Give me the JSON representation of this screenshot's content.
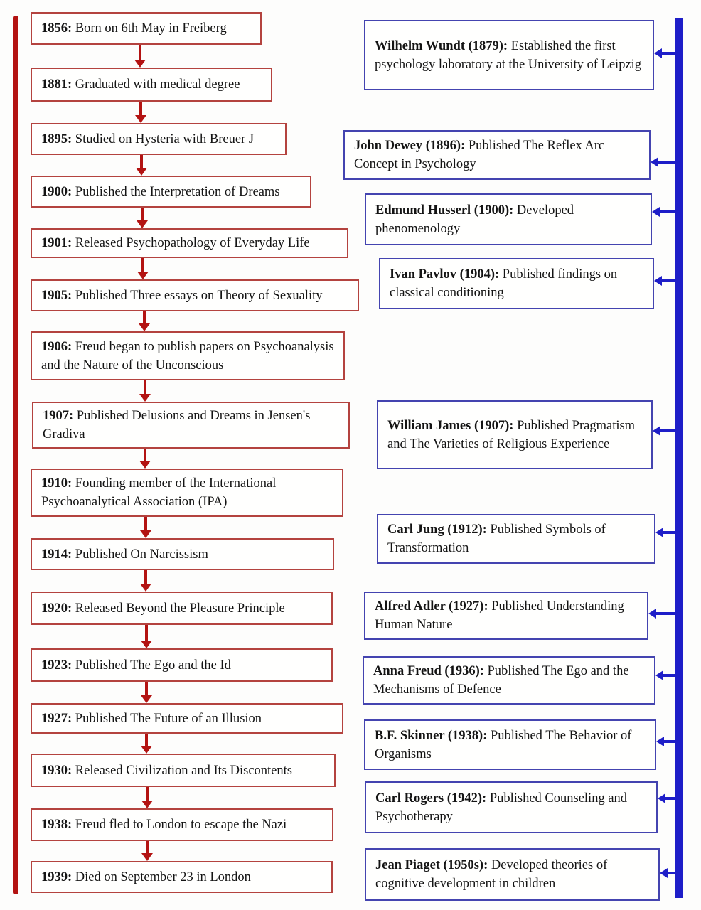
{
  "palette": {
    "freud_line": "#b31312",
    "freud_box_border": "#b4433f",
    "others_line": "#1e1ec8",
    "others_box_border": "#4444b0",
    "text": "#141414",
    "background": "#fdfdfc"
  },
  "freud": {
    "events": [
      {
        "year": "1856:",
        "text": "Born on 6th May in Freiberg"
      },
      {
        "year": "1881:",
        "text": "Graduated with medical degree"
      },
      {
        "year": "1895:",
        "text": "Studied on Hysteria with Breuer J"
      },
      {
        "year": "1900:",
        "text": "Published the Interpretation of Dreams"
      },
      {
        "year": "1901:",
        "text": "Released Psychopathology of Everyday Life"
      },
      {
        "year": "1905:",
        "text": "Published Three essays on Theory of Sexuality"
      },
      {
        "year": "1906:",
        "text": "Freud began to publish papers on Psychoanalysis and the Nature of the Unconscious"
      },
      {
        "year": "1907:",
        "text": "Published Delusions and Dreams in Jensen's Gradiva"
      },
      {
        "year": "1910:",
        "text": "Founding member of the International Psychoanalytical Association (IPA)"
      },
      {
        "year": "1914:",
        "text": "Published On Narcissism"
      },
      {
        "year": "1920:",
        "text": "Released Beyond the Pleasure Principle"
      },
      {
        "year": "1923:",
        "text": "Published The Ego and the Id"
      },
      {
        "year": "1927:",
        "text": "Published The Future of an Illusion"
      },
      {
        "year": "1930:",
        "text": "Released Civilization and Its Discontents"
      },
      {
        "year": "1938:",
        "text": "Freud fled to London to escape the Nazi"
      },
      {
        "year": "1939:",
        "text": "Died on September 23 in London"
      }
    ]
  },
  "others": {
    "events": [
      {
        "name": "Wilhelm Wundt (1879):",
        "text": "Established the first psychology laboratory at the University of Leipzig"
      },
      {
        "name": "John Dewey (1896):",
        "text": "Published The Reflex Arc Concept in Psychology"
      },
      {
        "name": "Edmund Husserl (1900):",
        "text": "Developed phenomenology"
      },
      {
        "name": "Ivan Pavlov (1904):",
        "text": "Published findings on classical conditioning"
      },
      {
        "name": "William James (1907):",
        "text": "Published Pragmatism and The Varieties of Religious Experience"
      },
      {
        "name": "Carl Jung (1912):",
        "text": "Published Symbols of Transformation"
      },
      {
        "name": "Alfred Adler (1927):",
        "text": "Published Understanding Human Nature"
      },
      {
        "name": "Anna Freud (1936):",
        "text": "Published The Ego and the Mechanisms of Defence"
      },
      {
        "name": "B.F. Skinner (1938):",
        "text": "Published The Behavior of Organisms"
      },
      {
        "name": "Carl Rogers (1942):",
        "text": "Published Counseling and Psychotherapy"
      },
      {
        "name": "Jean Piaget (1950s):",
        "text": "Developed theories of cognitive development in children"
      }
    ]
  }
}
